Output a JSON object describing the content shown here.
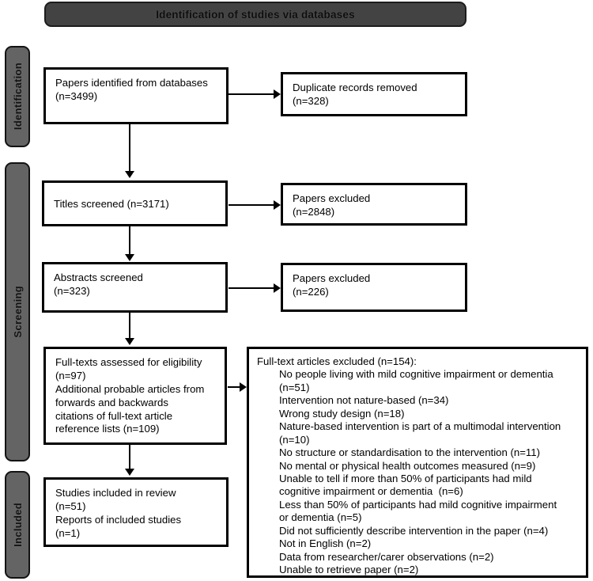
{
  "header": {
    "title": "Identification of studies via databases"
  },
  "stages": [
    {
      "id": "identification",
      "label": "Identification"
    },
    {
      "id": "screening",
      "label": "Screening"
    },
    {
      "id": "included",
      "label": "Included"
    }
  ],
  "boxes": {
    "identified": {
      "line1": "Papers identified from databases",
      "line2": "(n=3499)"
    },
    "duplicates": {
      "line1": "Duplicate records removed",
      "line2": "(n=328)"
    },
    "titles_screened": {
      "line1": "Titles screened (n=3171)"
    },
    "titles_excluded": {
      "line1": "Papers excluded",
      "line2": "(n=2848)"
    },
    "abstracts_screened": {
      "line1": "Abstracts screened",
      "line2": "(n=323)"
    },
    "abstracts_excluded": {
      "line1": "Papers excluded",
      "line2": "(n=226)"
    },
    "fulltext_assessed": {
      "line1": "Full-texts assessed for eligibility",
      "line2": "(n=97)",
      "line3": "Additional probable articles from",
      "line4": "forwards and backwards",
      "line5": "citations of full-text article",
      "line6": "reference lists (n=109)"
    },
    "included": {
      "line1": "Studies included in review",
      "line2": "(n=51)",
      "line3": "Reports of included studies",
      "line4": "(n=1)"
    },
    "excluded_reasons": {
      "title": "Full-text articles excluded (n=154):",
      "items": [
        "No people living with mild cognitive impairment or dementia",
        "(n=51)",
        "Intervention not nature-based (n=34)",
        "Wrong study design (n=18)",
        "Nature-based intervention is part of a multimodal intervention",
        "(n=10)",
        "No structure or standardisation to the intervention (n=11)",
        "No mental or physical health outcomes measured (n=9)",
        "Unable to tell if more than 50% of participants had mild",
        "cognitive impairment or dementia  (n=6)",
        "Less than 50% of participants had mild cognitive impairment",
        "or dementia (n=5)",
        "Did not sufficiently describe intervention in the paper (n=4)",
        "Not in English (n=2)",
        "Data from researcher/carer observations (n=2)",
        "Unable to retrieve paper (n=2)"
      ]
    }
  },
  "colors": {
    "banner_fill": "#434343",
    "stage_bar_fill": "#646464",
    "box_border": "#000000",
    "box_fill": "#ffffff",
    "connector": "#000000"
  }
}
